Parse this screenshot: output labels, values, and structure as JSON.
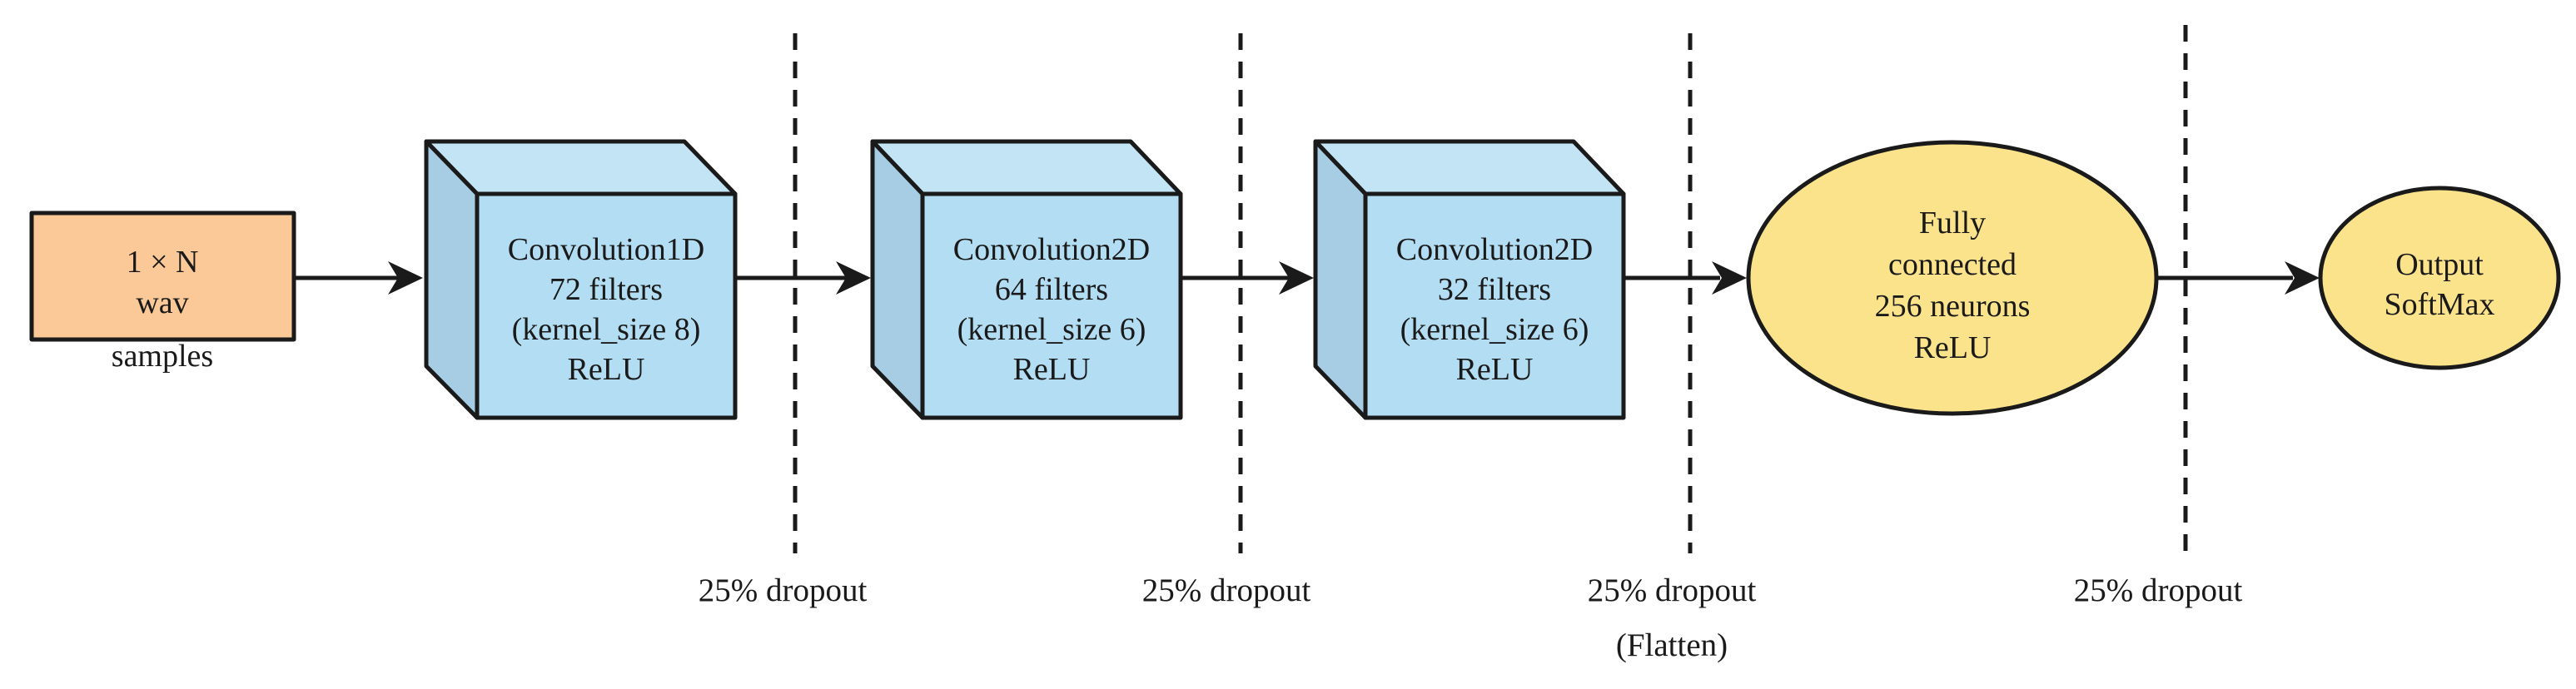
{
  "colors": {
    "input_fill": "#fbc997",
    "conv_front": "#b3ddf2",
    "conv_side": "#a6cde3",
    "conv_top": "#c2e4f5",
    "dense_fill": "#fbe38c",
    "stroke": "#1a1a1a"
  },
  "input": {
    "lines": [
      "1 × N",
      "wav",
      "samples"
    ]
  },
  "conv1": {
    "lines": [
      "Convolution1D",
      "72 filters",
      "(kernel_size 8)",
      "ReLU"
    ]
  },
  "conv2": {
    "lines": [
      "Convolution2D",
      "64 filters",
      "(kernel_size 6)",
      "ReLU"
    ]
  },
  "conv3": {
    "lines": [
      "Convolution2D",
      "32 filters",
      "(kernel_size 6)",
      "ReLU"
    ]
  },
  "dense": {
    "lines": [
      "Fully",
      "connected",
      "256 neurons",
      "ReLU"
    ]
  },
  "output": {
    "lines": [
      "Output",
      "SoftMax"
    ]
  },
  "dropouts": [
    {
      "label": "25% dropout",
      "sub": ""
    },
    {
      "label": "25% dropout",
      "sub": ""
    },
    {
      "label": "25% dropout",
      "sub": "(Flatten)"
    },
    {
      "label": "25% dropout",
      "sub": ""
    }
  ]
}
